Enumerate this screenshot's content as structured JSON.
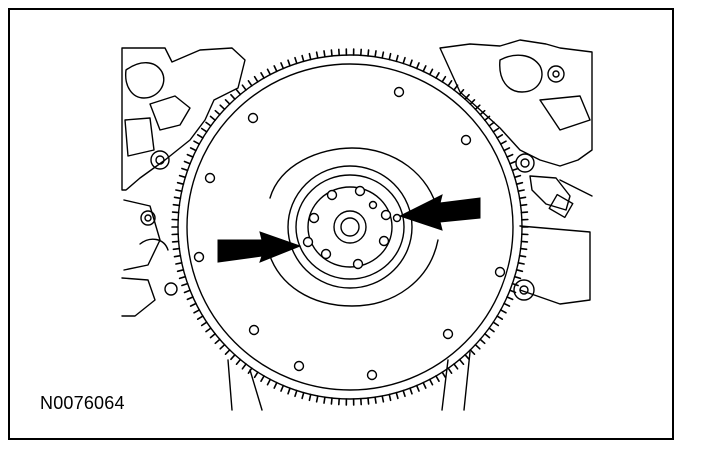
{
  "figure": {
    "id_label": "N0076064"
  },
  "colors": {
    "line": "#000000",
    "background": "#ffffff"
  },
  "callouts": [
    {
      "name": "arrow-left",
      "points_to": "flywheel-bolt"
    },
    {
      "name": "arrow-right",
      "points_to": "flywheel-bolt"
    }
  ]
}
